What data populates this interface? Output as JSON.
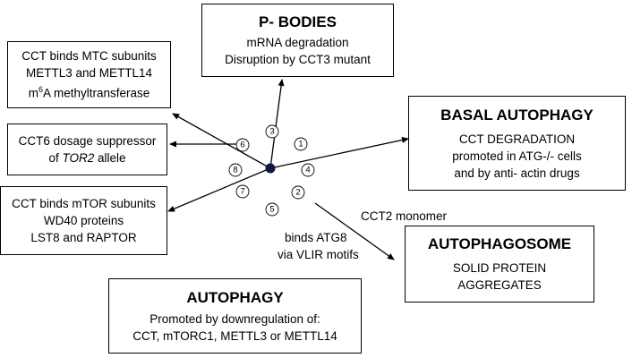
{
  "boxes": {
    "p_bodies": {
      "title": "P- BODIES",
      "lines": [
        "mRNA degradation",
        "Disruption by CCT3 mutant"
      ]
    },
    "mtc": {
      "line1": "CCT binds MTC subunits",
      "line2": "METTL3 and METTL14",
      "line3_sup": "6",
      "line3_pre": "m",
      "line3_post": "A methyltransferase"
    },
    "cct6": {
      "line1": "CCT6 dosage suppressor",
      "line2_pre": "of ",
      "line2_em": "TOR2",
      "line2_post": " allele"
    },
    "mtor": {
      "lines": [
        "CCT binds mTOR subunits",
        "WD40 proteins",
        "LST8 and RAPTOR"
      ]
    },
    "basal_autophagy": {
      "title": "BASAL AUTOPHAGY",
      "lines": [
        "CCT DEGRADATION",
        "promoted in ATG-/- cells",
        "and by anti- actin drugs"
      ]
    },
    "autophagosome": {
      "title": "AUTOPHAGOSOME",
      "lines": [
        "SOLID PROTEIN",
        "AGGREGATES"
      ]
    },
    "autophagy": {
      "title": "AUTOPHAGY",
      "lines": [
        "Promoted by downregulation of:",
        "CCT, mTORC1, METTL3 or METTL14"
      ]
    }
  },
  "labels": {
    "cct2_monomer": "CCT2 monomer",
    "binds_atg8": "binds ATG8",
    "via_vlir": "via VLIR motifs"
  },
  "markers": [
    "1",
    "2",
    "3",
    "4",
    "5",
    "6",
    "7",
    "8"
  ]
}
